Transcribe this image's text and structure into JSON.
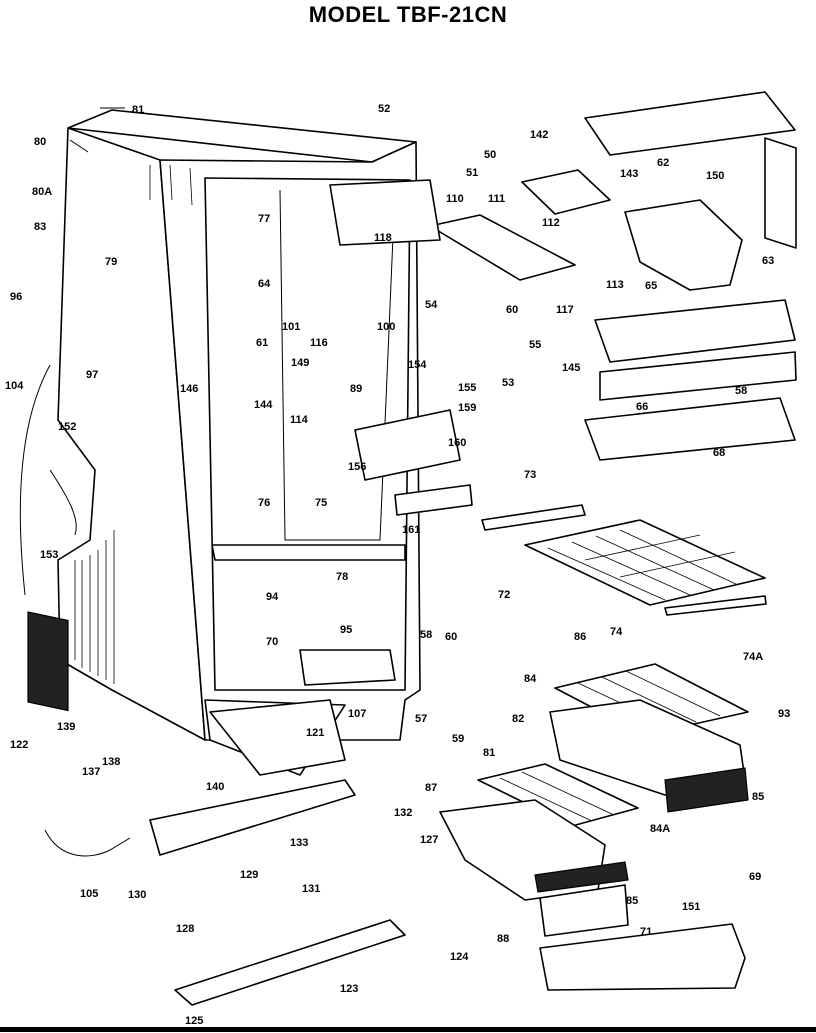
{
  "title": "MODEL TBF-21CN",
  "parts": [
    "81",
    "80",
    "80A",
    "83",
    "79",
    "96",
    "97",
    "104",
    "152",
    "153",
    "122",
    "139",
    "137",
    "138",
    "140",
    "121",
    "107",
    "77",
    "64",
    "61",
    "101",
    "149",
    "146",
    "144",
    "76",
    "75",
    "78",
    "94",
    "95",
    "70",
    "52",
    "50",
    "51",
    "110",
    "118",
    "100",
    "116",
    "89",
    "114",
    "156",
    "154",
    "155",
    "159",
    "160",
    "161",
    "111",
    "112",
    "113",
    "117",
    "54",
    "60",
    "55",
    "53",
    "142",
    "143",
    "150",
    "62",
    "63",
    "65",
    "145",
    "66",
    "58",
    "68",
    "73",
    "72",
    "74",
    "74A",
    "86",
    "84",
    "93",
    "85",
    "84A",
    "82",
    "58",
    "60",
    "57",
    "59",
    "81",
    "87",
    "85",
    "88",
    "69",
    "151",
    "71",
    "124",
    "123",
    "125",
    "105",
    "130",
    "128",
    "129",
    "131",
    "133",
    "132",
    "127"
  ]
}
